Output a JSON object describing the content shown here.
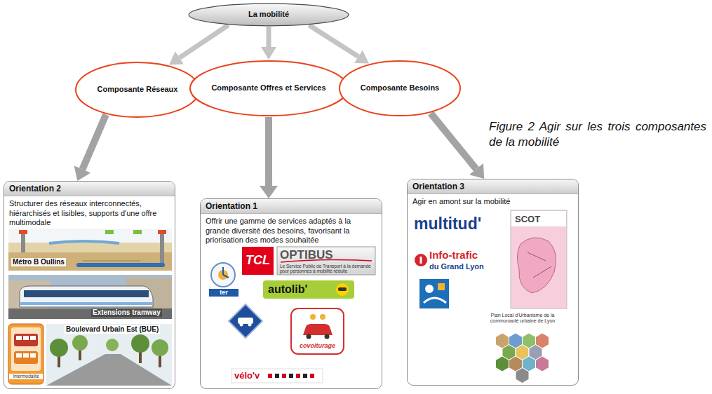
{
  "diagram": {
    "caption": "Figure 2 Agir sur les trois composantes de la mobilité",
    "nodes": [
      {
        "text": [
          "La mobilité"
        ]
      },
      {
        "text": [
          "Composante Réseaux"
        ]
      },
      {
        "text": [
          "Composante Offres et Services"
        ]
      },
      {
        "text": [
          "Composante Besoins"
        ]
      },
      {
        "text": [
          "Orientation 2",
          "Structurer des réseaux interconnectés, hiérarchisés et lisibles, supports d'une offre multimodale"
        ]
      },
      {
        "text": [
          "Orientation 1",
          "Offrir une gamme de services adaptés à la grande diversité des besoins, favorisant la priorisation des modes souhaitée"
        ]
      },
      {
        "text": [
          "Orientation 3",
          "Agir en amont sur la mobilité"
        ]
      }
    ],
    "edges": [
      {
        "from": 0,
        "to": 1,
        "arrow": "to"
      },
      {
        "from": 0,
        "to": 2,
        "arrow": "to"
      },
      {
        "from": 0,
        "to": 3,
        "arrow": "to"
      },
      {
        "from": 1,
        "to": 4,
        "arrow": "to"
      },
      {
        "from": 2,
        "to": 5,
        "arrow": "to"
      },
      {
        "from": 3,
        "to": 6,
        "arrow": "to"
      }
    ],
    "labels": [
      "Métro B Oullins",
      "Extensions tramway",
      "Boulevard Urbain Est (BUE)",
      "Intermodalité",
      "TCL",
      "OPTIBUS",
      "Le Service Public de Transport à la demande pour personnes à mobilité réduite",
      "ter",
      "autolib'",
      "covoiturage",
      "vélo'v",
      "multitud'",
      "Info-trafic",
      "du Grand Lyon",
      "SCOT",
      "Plan Local d'Urbanisme de la communauté urbaine de Lyon"
    ]
  }
}
